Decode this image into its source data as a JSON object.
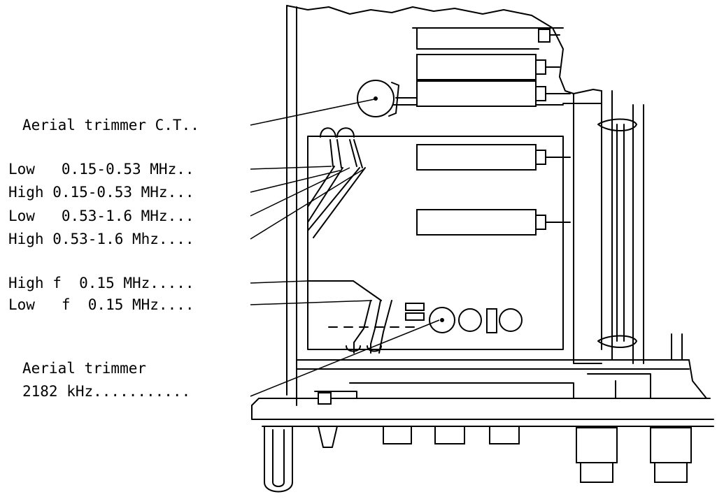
{
  "labels": {
    "aerial_trimmer_ct": "Aerial trimmer C.T..",
    "low_015_053": "Low   0.15-0.53 MHz..",
    "high_015_053": "High 0.15-0.53 MHz...",
    "low_053_16": "Low   0.53-1.6 MHz...",
    "high_053_16": "High 0.53-1.6 Mhz....",
    "high_f_015": "High f  0.15 MHz.....",
    "low_f_015": "Low   f  0.15 MHz....",
    "aerial_trimmer_2182_line1": "Aerial trimmer",
    "aerial_trimmer_2182_line2": "2182 kHz..........."
  },
  "colors": {
    "ink": "#000000",
    "paper": "#ffffff"
  }
}
